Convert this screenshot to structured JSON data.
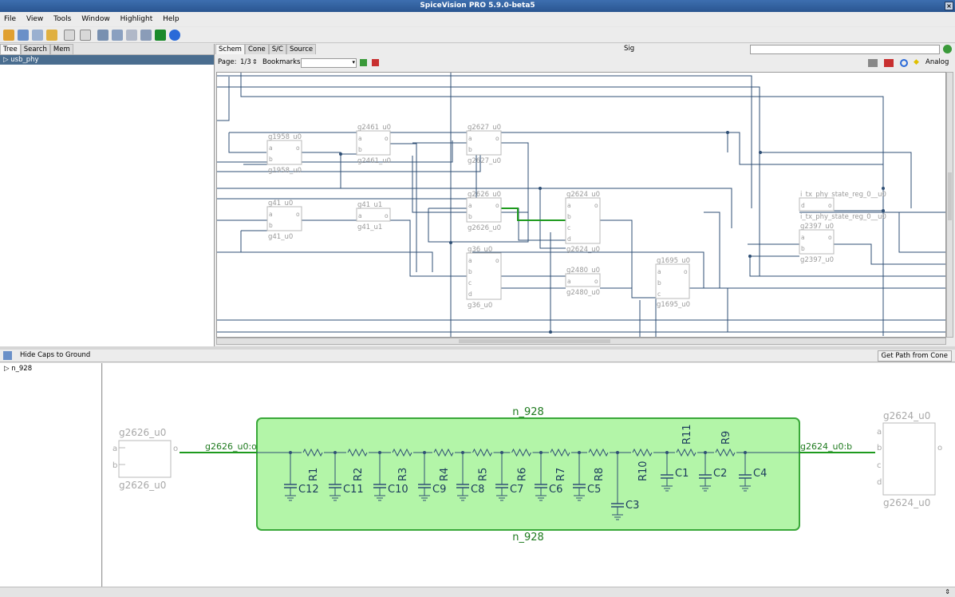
{
  "window": {
    "title": "SpiceVision PRO 5.9.0-beta5"
  },
  "menu": [
    "File",
    "View",
    "Tools",
    "Window",
    "Highlight",
    "Help"
  ],
  "left_panel": {
    "tabs": [
      "Tree",
      "Search",
      "Mem"
    ],
    "tree_item": "usb_phy"
  },
  "schematic_tabs": [
    "Schem",
    "Cone",
    "S/C",
    "Source"
  ],
  "signal": {
    "label": "Sig",
    "value": ""
  },
  "page_bar": {
    "page_label": "Page:",
    "page_value": "1/3",
    "bookmarks_label": "Bookmarks:",
    "bookmarks_value": "",
    "analog_label": "Analog"
  },
  "gates": [
    {
      "name": "g1958_u0",
      "pins": [
        "a",
        "b"
      ],
      "out": "o"
    },
    {
      "name": "g2461_u0",
      "pins": [
        "a",
        "b"
      ],
      "out": "o"
    },
    {
      "name": "g2627_u0",
      "pins": [
        "a",
        "b"
      ],
      "out": "o"
    },
    {
      "name": "g41_u0",
      "pins": [
        "a",
        "b"
      ],
      "out": "o"
    },
    {
      "name": "g41_u1",
      "pins": [
        "a"
      ],
      "out": "o"
    },
    {
      "name": "g2626_u0",
      "pins": [
        "a",
        "b"
      ],
      "out": "o"
    },
    {
      "name": "g2624_u0",
      "pins": [
        "a",
        "b",
        "c",
        "d"
      ],
      "out": "o"
    },
    {
      "name": "g36_u0",
      "pins": [
        "a",
        "b",
        "c",
        "d"
      ],
      "out": "o"
    },
    {
      "name": "g2480_u0",
      "pins": [
        "a"
      ],
      "out": "o"
    },
    {
      "name": "g1695_u0",
      "pins": [
        "a",
        "b",
        "c"
      ],
      "out": "o"
    },
    {
      "name": "i_tx_phy_state_reg_0__u0",
      "pins": [
        "d"
      ],
      "out": "o"
    },
    {
      "name": "g2397_u0",
      "pins": [
        "a",
        "b"
      ],
      "out": "o"
    }
  ],
  "bottom": {
    "hide_caps_button": "Hide Caps to Ground",
    "get_path_button": "Get Path from Cone",
    "tree_item": "n_928"
  },
  "rc_net": {
    "net_name": "n_928",
    "left_gate": {
      "name": "g2626_u0",
      "pins": [
        "a",
        "b"
      ],
      "out": "o"
    },
    "right_gate": {
      "name": "g2624_u0",
      "pins": [
        "a",
        "b",
        "c",
        "d"
      ],
      "out": "o"
    },
    "left_pin_label": "g2626_u0:o",
    "right_pin_label": "g2624_u0:b",
    "resistors": [
      "R1",
      "R2",
      "R3",
      "R4",
      "R5",
      "R6",
      "R7",
      "R8",
      "R10",
      "R11",
      "R9"
    ],
    "capacitors": [
      "C12",
      "C11",
      "C10",
      "C9",
      "C8",
      "C7",
      "C6",
      "C5",
      "C3",
      "C1",
      "C2",
      "C4"
    ]
  },
  "colors": {
    "net_fill": "#b3f5a8",
    "net_border": "#3aa83a",
    "highlight_wire": "#1e9a1e",
    "wire": "#2f4f75",
    "gate_gray": "#a8a8a8",
    "title_bar": "#2f5f9e"
  }
}
